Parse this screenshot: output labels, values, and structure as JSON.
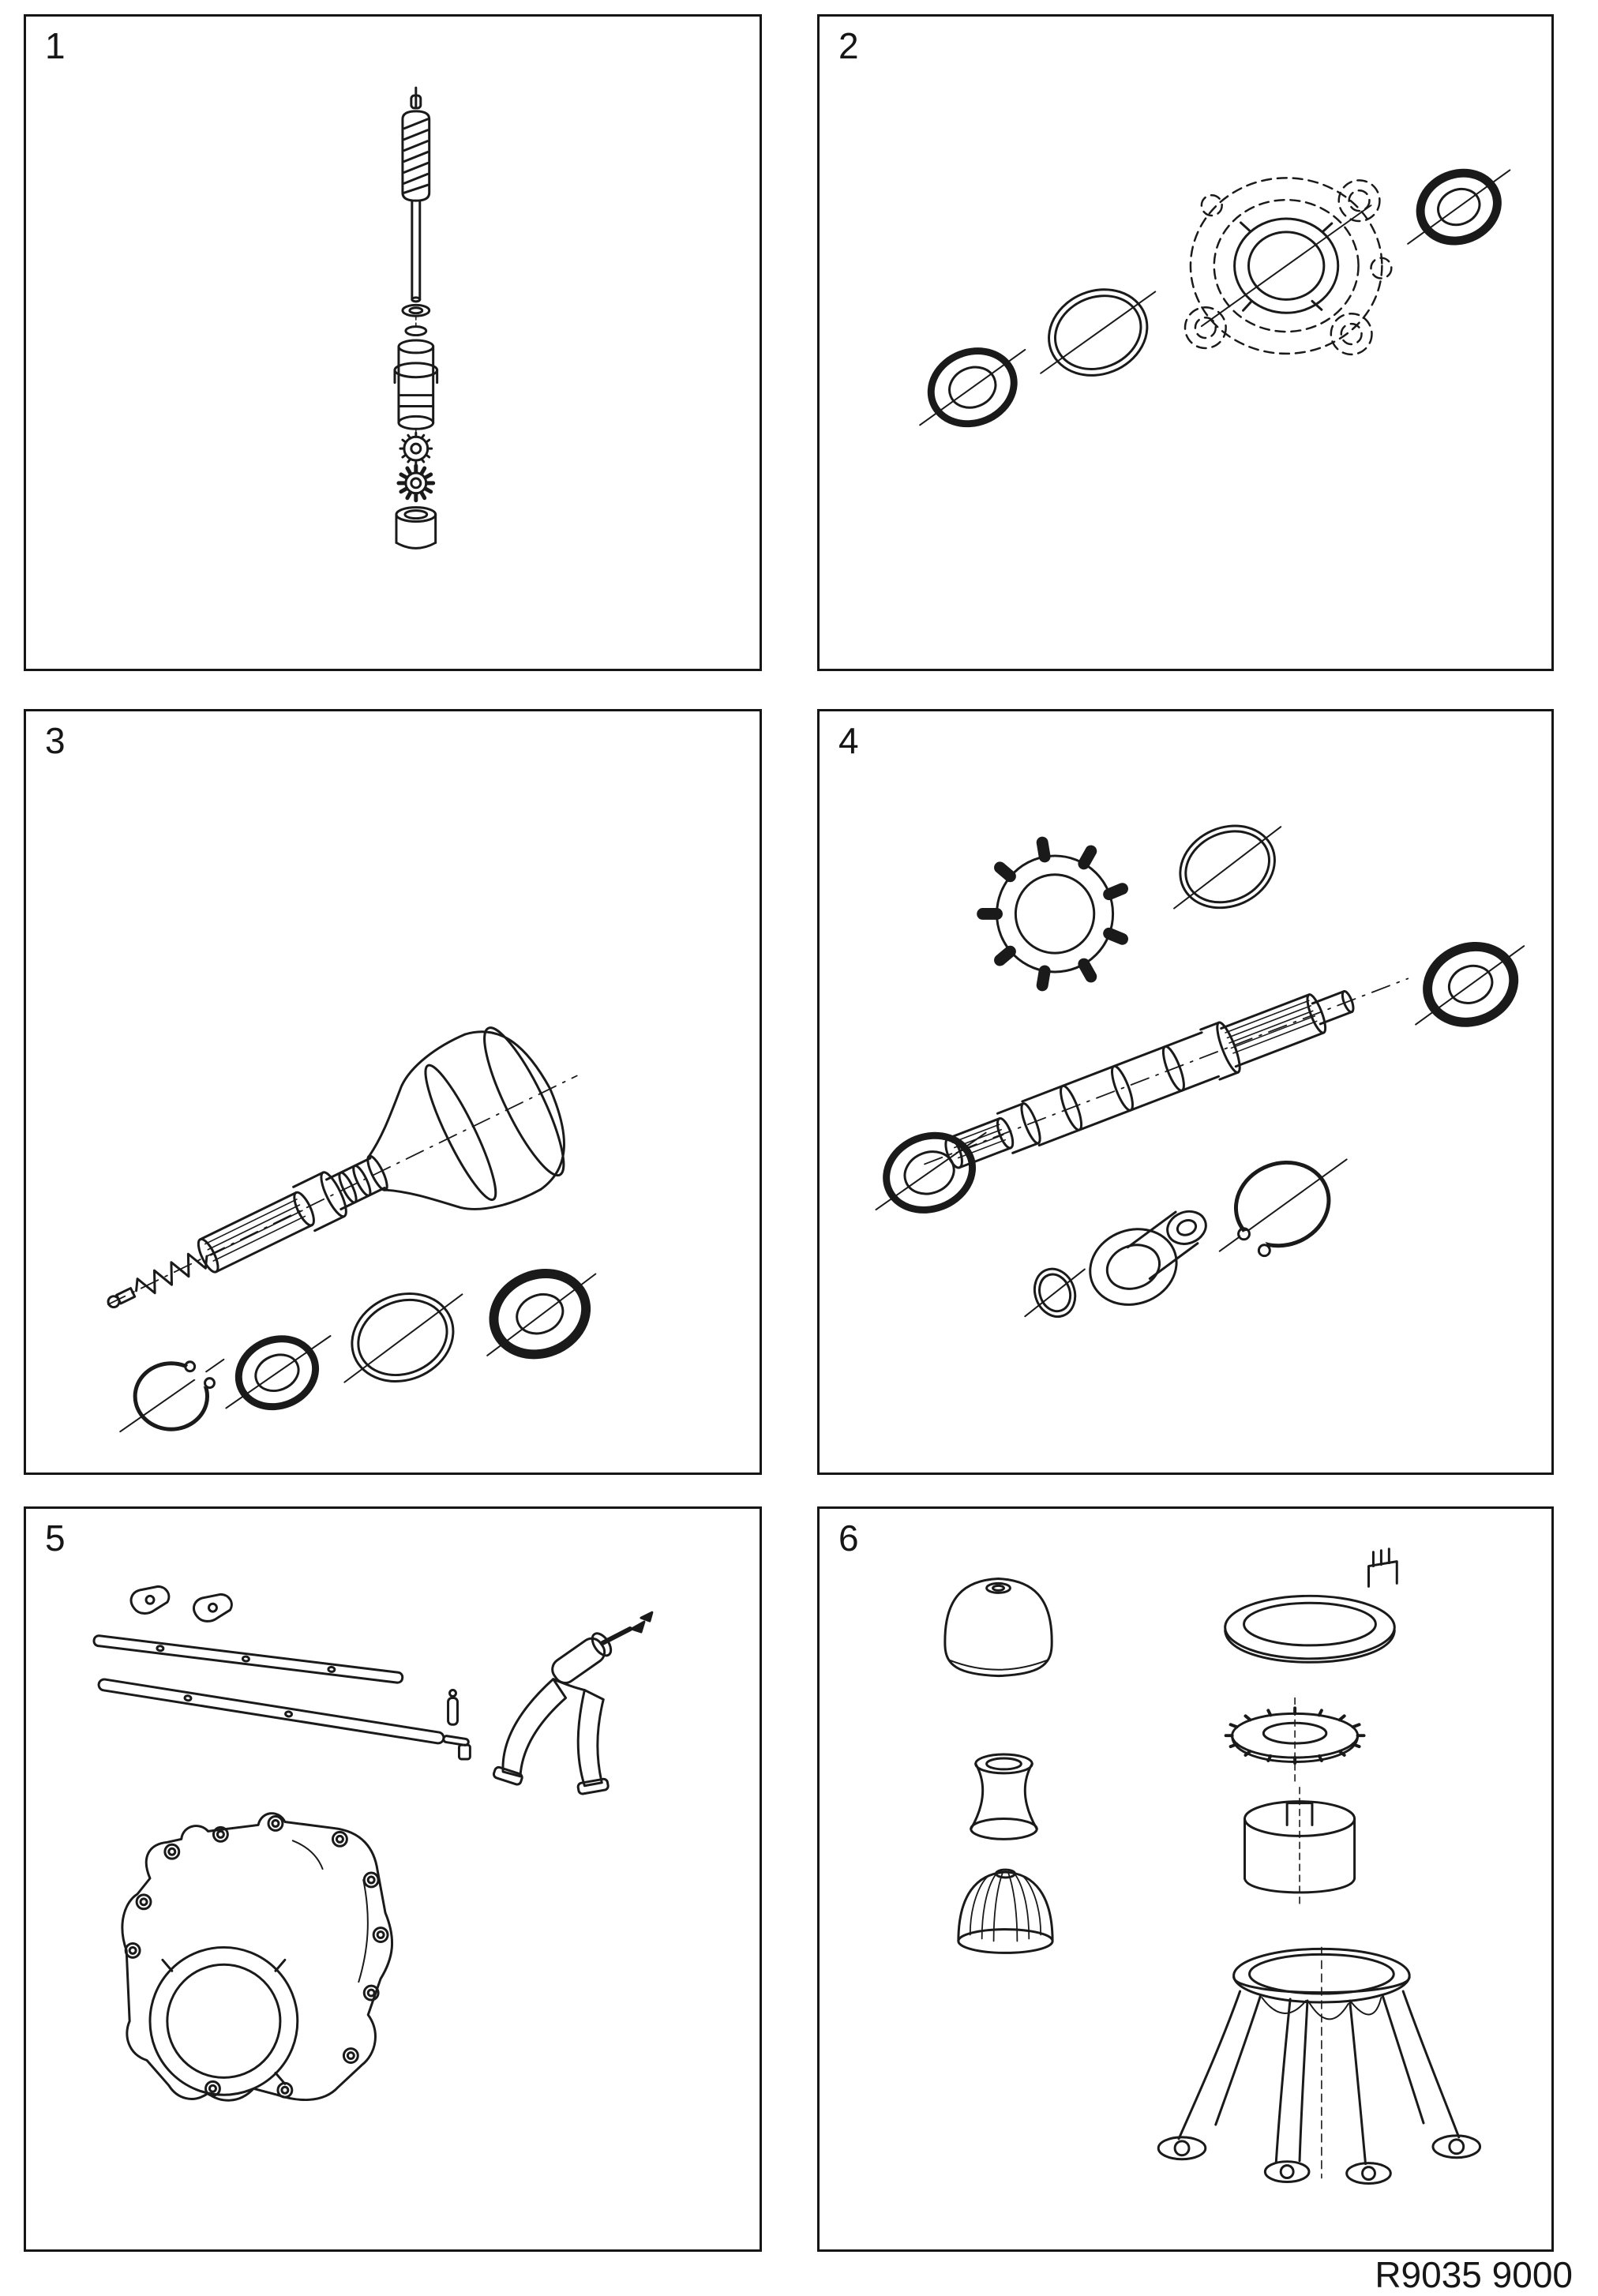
{
  "figure": {
    "reference": "R9035 9000"
  },
  "colors": {
    "ink": "#1a1a1a",
    "background": "#ffffff"
  },
  "panels": [
    {
      "number": "1",
      "illustration": "speedometer-drive-pinion"
    },
    {
      "number": "2",
      "illustration": "side-cover-with-seals-and-o-ring"
    },
    {
      "number": "3",
      "illustration": "inner-drive-joint-with-seals-and-bearing"
    },
    {
      "number": "4",
      "illustration": "output-shaft-with-bearings-and-lock-washer"
    },
    {
      "number": "5",
      "illustration": "selector-rails-fork-and-end-cover"
    },
    {
      "number": "6",
      "illustration": "gear-lever-knob-and-housing"
    }
  ]
}
